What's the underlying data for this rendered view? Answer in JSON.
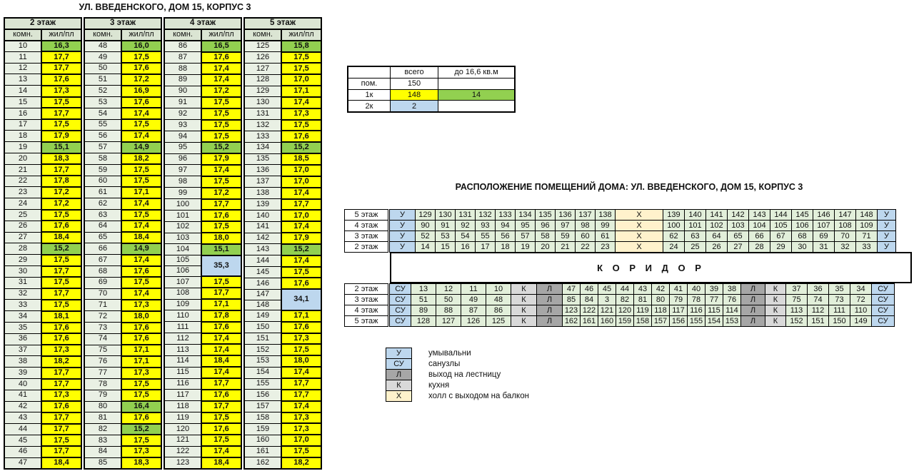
{
  "page_title": "УЛ. ВВЕДЕНСКОГО, ДОМ 15, КОРПУС 3",
  "colors": {
    "yellow": "#FFFF00",
    "green": "#92D050",
    "blue": "#BDD7EE",
    "room_light": "#E2EFDA",
    "room_pale": "#E9F0E4",
    "header_green": "#DBE5D3",
    "hall": "#FFF2CC",
    "stairs": "#A6A6A6",
    "kitchen": "#D9D9D9"
  },
  "floors_table": {
    "header_cols": [
      "комн.",
      "жил/пл"
    ],
    "floors": [
      {
        "name": "2 этаж",
        "rows": [
          [
            "10",
            "16,3",
            "g"
          ],
          [
            "11",
            "17,7"
          ],
          [
            "12",
            "17,7"
          ],
          [
            "13",
            "17,6"
          ],
          [
            "14",
            "17,3"
          ],
          [
            "15",
            "17,5"
          ],
          [
            "16",
            "17,7"
          ],
          [
            "17",
            "17,5"
          ],
          [
            "18",
            "17,9"
          ],
          [
            "19",
            "15,1",
            "g"
          ],
          [
            "20",
            "18,3"
          ],
          [
            "21",
            "17,7"
          ],
          [
            "22",
            "17,8"
          ],
          [
            "23",
            "17,2"
          ],
          [
            "24",
            "17,2"
          ],
          [
            "25",
            "17,5"
          ],
          [
            "26",
            "17,6"
          ],
          [
            "27",
            "18,4"
          ],
          [
            "28",
            "15,2",
            "g"
          ],
          [
            "29",
            "17,5"
          ],
          [
            "30",
            "17,7"
          ],
          [
            "31",
            "17,5"
          ],
          [
            "32",
            "17,7"
          ],
          [
            "33",
            "17,5"
          ],
          [
            "34",
            "18,1"
          ],
          [
            "35",
            "17,6"
          ],
          [
            "36",
            "17,6"
          ],
          [
            "37",
            "17,3"
          ],
          [
            "38",
            "18,2"
          ],
          [
            "39",
            "17,7"
          ],
          [
            "40",
            "17,7"
          ],
          [
            "41",
            "17,3"
          ],
          [
            "42",
            "17,6"
          ],
          [
            "43",
            "17,7"
          ],
          [
            "44",
            "17,7"
          ],
          [
            "45",
            "17,5"
          ],
          [
            "46",
            "17,7"
          ],
          [
            "47",
            "18,4"
          ]
        ]
      },
      {
        "name": "3 этаж",
        "rows": [
          [
            "48",
            "16,0",
            "g"
          ],
          [
            "49",
            "17,5"
          ],
          [
            "50",
            "17,6"
          ],
          [
            "51",
            "17,2"
          ],
          [
            "52",
            "16,9"
          ],
          [
            "53",
            "17,6"
          ],
          [
            "54",
            "17,4"
          ],
          [
            "55",
            "17,5"
          ],
          [
            "56",
            "17,4"
          ],
          [
            "57",
            "14,9",
            "g"
          ],
          [
            "58",
            "18,2"
          ],
          [
            "59",
            "17,5"
          ],
          [
            "60",
            "17,5"
          ],
          [
            "61",
            "17,1"
          ],
          [
            "62",
            "17,4"
          ],
          [
            "63",
            "17,5"
          ],
          [
            "64",
            "17,4"
          ],
          [
            "65",
            "18,4"
          ],
          [
            "66",
            "14,9",
            "g"
          ],
          [
            "67",
            "17,4"
          ],
          [
            "68",
            "17,6"
          ],
          [
            "69",
            "17,5"
          ],
          [
            "70",
            "17,4"
          ],
          [
            "71",
            "17,3"
          ],
          [
            "72",
            "18,0"
          ],
          [
            "73",
            "17,6"
          ],
          [
            "74",
            "17,6"
          ],
          [
            "75",
            "17,1"
          ],
          [
            "76",
            "17,1"
          ],
          [
            "77",
            "17,3"
          ],
          [
            "78",
            "17,5"
          ],
          [
            "79",
            "17,5"
          ],
          [
            "80",
            "16,4",
            "g"
          ],
          [
            "81",
            "17,6"
          ],
          [
            "82",
            "15,2",
            "g"
          ],
          [
            "83",
            "17,5"
          ],
          [
            "84",
            "17,3"
          ],
          [
            "85",
            "18,3"
          ]
        ]
      },
      {
        "name": "4 этаж",
        "rows": [
          [
            "86",
            "16,5",
            "g"
          ],
          [
            "87",
            "17,6"
          ],
          [
            "88",
            "17,4"
          ],
          [
            "89",
            "17,4"
          ],
          [
            "90",
            "17,2"
          ],
          [
            "91",
            "17,5"
          ],
          [
            "92",
            "17,5"
          ],
          [
            "93",
            "17,5"
          ],
          [
            "94",
            "17,5"
          ],
          [
            "95",
            "15,2",
            "g"
          ],
          [
            "96",
            "17,9"
          ],
          [
            "97",
            "17,4"
          ],
          [
            "98",
            "17,5"
          ],
          [
            "99",
            "17,2"
          ],
          [
            "100",
            "17,7"
          ],
          [
            "101",
            "17,6"
          ],
          [
            "102",
            "17,5"
          ],
          [
            "103",
            "18,0"
          ],
          [
            "104",
            "15,1",
            "g"
          ],
          [
            "105",
            "35,3",
            "b2"
          ],
          [
            "106",
            "",
            "x"
          ],
          [
            "107",
            "17,5"
          ],
          [
            "108",
            "17,7"
          ],
          [
            "109",
            "17,1"
          ],
          [
            "110",
            "17,8"
          ],
          [
            "111",
            "17,6"
          ],
          [
            "112",
            "17,4"
          ],
          [
            "113",
            "17,4"
          ],
          [
            "114",
            "18,4"
          ],
          [
            "115",
            "17,4"
          ],
          [
            "116",
            "17,7"
          ],
          [
            "117",
            "17,6"
          ],
          [
            "118",
            "17,7"
          ],
          [
            "119",
            "17,5"
          ],
          [
            "120",
            "17,6"
          ],
          [
            "121",
            "17,5"
          ],
          [
            "122",
            "17,4"
          ],
          [
            "123",
            "18,4"
          ]
        ]
      },
      {
        "name": "5 этаж",
        "rows": [
          [
            "125",
            "15,8",
            "g"
          ],
          [
            "126",
            "17,5"
          ],
          [
            "127",
            "17,5"
          ],
          [
            "128",
            "17,0"
          ],
          [
            "129",
            "17,1"
          ],
          [
            "130",
            "17,4"
          ],
          [
            "131",
            "17,3"
          ],
          [
            "132",
            "17,5"
          ],
          [
            "133",
            "17,6"
          ],
          [
            "134",
            "15,2",
            "g"
          ],
          [
            "135",
            "18,5"
          ],
          [
            "136",
            "17,0"
          ],
          [
            "137",
            "17,0"
          ],
          [
            "138",
            "17,4"
          ],
          [
            "139",
            "17,7"
          ],
          [
            "140",
            "17,0"
          ],
          [
            "141",
            "17,4"
          ],
          [
            "142",
            "17,9"
          ],
          [
            "143",
            "15,2",
            "g"
          ],
          [
            "144",
            "17,4"
          ],
          [
            "145",
            "17,5"
          ],
          [
            "146",
            "17,6"
          ],
          [
            "147",
            "34,1",
            "b2"
          ],
          [
            "148",
            "",
            "x"
          ],
          [
            "149",
            "17,1"
          ],
          [
            "150",
            "17,6"
          ],
          [
            "151",
            "17,3"
          ],
          [
            "152",
            "17,5"
          ],
          [
            "153",
            "18,0"
          ],
          [
            "154",
            "17,4"
          ],
          [
            "155",
            "17,7"
          ],
          [
            "156",
            "17,7"
          ],
          [
            "157",
            "17,4"
          ],
          [
            "158",
            "17,3"
          ],
          [
            "159",
            "17,3"
          ],
          [
            "160",
            "17,0"
          ],
          [
            "161",
            "17,5"
          ],
          [
            "162",
            "18,2"
          ]
        ]
      }
    ]
  },
  "summary_table": {
    "rows": [
      [
        {
          "t": ""
        },
        {
          "t": "всего"
        },
        {
          "t": "до 16,6 кв.м"
        }
      ],
      [
        {
          "t": "пом."
        },
        {
          "t": "150"
        },
        {
          "t": ""
        }
      ],
      [
        {
          "t": "1к"
        },
        {
          "t": "148",
          "c": "y"
        },
        {
          "t": "14",
          "c": "g"
        }
      ],
      [
        {
          "t": "2к"
        },
        {
          "t": "2",
          "c": "b"
        },
        {
          "t": ""
        }
      ]
    ]
  },
  "layout": {
    "title": "РАСПОЛОЖЕНИЕ ПОМЕЩЕНИЙ ДОМА: УЛ. ВВЕДЕНСКОГО, ДОМ 15, КОРПУС 3",
    "upper_rows": [
      {
        "label": "5 этаж",
        "cells": [
          "У",
          "129",
          "130",
          "131",
          "132",
          "133",
          "134",
          "135",
          "136",
          "137",
          "138",
          "Х",
          "139",
          "140",
          "141",
          "142",
          "143",
          "144",
          "145",
          "146",
          "147",
          "148",
          "У"
        ]
      },
      {
        "label": "4 этаж",
        "cells": [
          "У",
          "90",
          "91",
          "92",
          "93",
          "94",
          "95",
          "96",
          "97",
          "98",
          "99",
          "Х",
          "100",
          "101",
          "102",
          "103",
          "104",
          "105",
          "106",
          "107",
          "108",
          "109",
          "У"
        ]
      },
      {
        "label": "3 этаж",
        "cells": [
          "У",
          "52",
          "53",
          "54",
          "55",
          "56",
          "57",
          "58",
          "59",
          "60",
          "61",
          "Х",
          "62",
          "63",
          "64",
          "65",
          "66",
          "67",
          "68",
          "69",
          "70",
          "71",
          "У"
        ]
      },
      {
        "label": "2 этаж",
        "cells": [
          "У",
          "14",
          "15",
          "16",
          "17",
          "18",
          "19",
          "20",
          "21",
          "22",
          "23",
          "Х",
          "24",
          "25",
          "26",
          "27",
          "28",
          "29",
          "30",
          "31",
          "32",
          "33",
          "У"
        ]
      }
    ],
    "corridor_label": "К О Р И Д О Р",
    "lower_rows": [
      {
        "label": "2 этаж",
        "cells": [
          "СУ",
          "13",
          "12",
          "11",
          "10",
          "К",
          "Л",
          "47",
          "46",
          "45",
          "44",
          "43",
          "42",
          "41",
          "40",
          "39",
          "38",
          "Л",
          "К",
          "37",
          "36",
          "35",
          "34",
          "СУ"
        ]
      },
      {
        "label": "3 этаж",
        "cells": [
          "СУ",
          "51",
          "50",
          "49",
          "48",
          "К",
          "Л",
          "85",
          "84",
          "3",
          "82",
          "81",
          "80",
          "79",
          "78",
          "77",
          "76",
          "Л",
          "К",
          "75",
          "74",
          "73",
          "72",
          "СУ"
        ]
      },
      {
        "label": "4 этаж",
        "cells": [
          "СУ",
          "89",
          "88",
          "87",
          "86",
          "К",
          "Л",
          "123",
          "122",
          "121",
          "120",
          "119",
          "118",
          "117",
          "116",
          "115",
          "114",
          "Л",
          "К",
          "113",
          "112",
          "111",
          "110",
          "СУ"
        ]
      },
      {
        "label": "5 этаж",
        "cells": [
          "СУ",
          "128",
          "127",
          "126",
          "125",
          "К",
          "Л",
          "162",
          "161",
          "160",
          "159",
          "158",
          "157",
          "156",
          "155",
          "154",
          "153",
          "Л",
          "К",
          "152",
          "151",
          "150",
          "149",
          "СУ"
        ]
      }
    ],
    "legend": [
      {
        "key": "У",
        "label": "умывальни"
      },
      {
        "key": "СУ",
        "label": "санузлы"
      },
      {
        "key": "Л",
        "label": "выход на лестницу"
      },
      {
        "key": "К",
        "label": "кухня"
      },
      {
        "key": "Х",
        "label": "холл с выходом на балкон"
      }
    ]
  }
}
